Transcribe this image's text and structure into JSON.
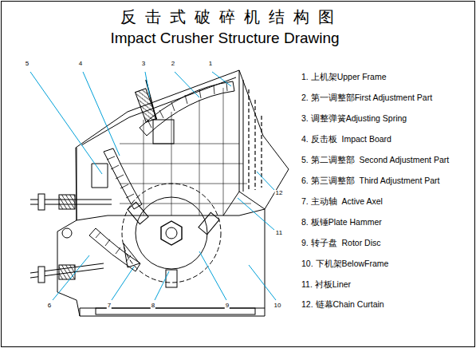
{
  "diagram": {
    "title": "反击式破碎机结构图",
    "labels": [
      "Impact Crusher Structure Drawing",
      "1. 上机架Upper Frame",
      "2. 第一调整部First Adjustment Part",
      "3. 调整弹簧Adjusting Spring",
      "4. 反击板  Impact Board",
      "5. 第二调整部  Second Adjustment Part",
      "6. 第三调整部  Third Adjustment Part",
      "7. 主动轴  Active Axel",
      "8. 板锤Plate Hammer",
      "9. 转子盘  Rotor Disc",
      "10. 下机架BelowFrame",
      "11. 衬板Liner",
      "12. 链幕Chain Curtain",
      "5",
      "4",
      "3",
      "2",
      "1",
      "12",
      "11",
      "6",
      "7",
      "8",
      "9",
      "10"
    ]
  }
}
